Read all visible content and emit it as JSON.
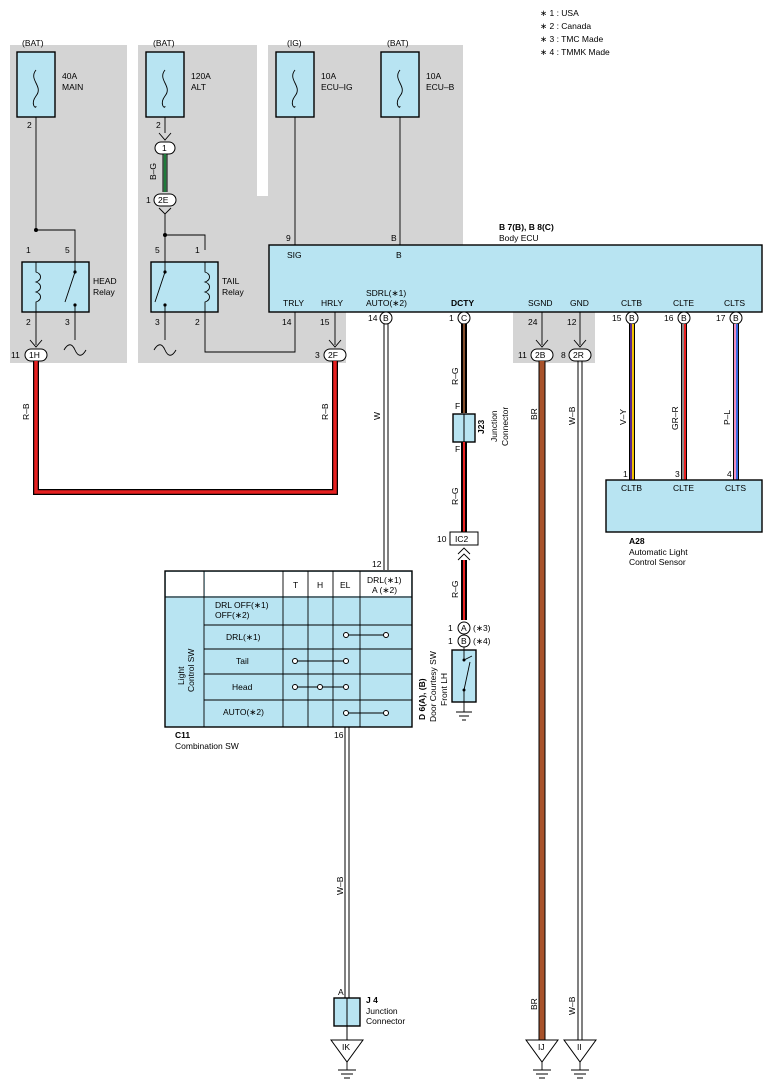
{
  "notes": [
    "∗ 1 : USA",
    "∗ 2 : Canada",
    "∗ 3 : TMC Made",
    "∗ 4 : TMMK Made"
  ],
  "fuses": {
    "main": {
      "source": "(BAT)",
      "rating": "40A",
      "name": "MAIN",
      "pin": "2"
    },
    "alt": {
      "source": "(BAT)",
      "rating": "120A",
      "name": "ALT",
      "pin": "2"
    },
    "ecu_ig": {
      "source": "(IG)",
      "rating": "10A",
      "name": "ECU–IG"
    },
    "ecu_b": {
      "source": "(BAT)",
      "rating": "10A",
      "name": "ECU–B"
    }
  },
  "connectors": {
    "alt_1": "1",
    "c2e": "2E",
    "c2e_pin": "1",
    "c1h": "1H",
    "c1h_pin": "11",
    "c2f": "2F",
    "c2f_pin": "3",
    "c2b": "2B",
    "c2b_pin": "11",
    "c2r": "2R",
    "c2r_pin": "8",
    "ic2": "IC2",
    "ic2_pin": "10",
    "d6_a": "A",
    "d6_a_pin": "1",
    "d6_a_note": "(∗3)",
    "d6_b": "B",
    "d6_b_pin": "1",
    "d6_b_note": "(∗4)"
  },
  "relays": {
    "head": {
      "name": "HEAD",
      "sub": "Relay",
      "pins": [
        "1",
        "5",
        "2",
        "3"
      ]
    },
    "tail": {
      "name": "TAIL",
      "sub": "Relay",
      "pins": [
        "5",
        "1",
        "3",
        "2"
      ]
    }
  },
  "body_ecu": {
    "id": "B 7(B), B 8(C)",
    "name": "Body ECU",
    "top_pins": [
      {
        "pin": "9",
        "label": "SIG"
      },
      {
        "pin": "B",
        "label": "B"
      }
    ],
    "bottom_pins": [
      {
        "pin": "14",
        "label": "TRLY"
      },
      {
        "pin": "15",
        "label": "HRLY"
      },
      {
        "pin": "14",
        "conn": "B",
        "label": "SDRL(∗1)",
        "label2": "AUTO(∗2)"
      },
      {
        "pin": "1",
        "conn": "C",
        "label": "DCTY"
      },
      {
        "pin": "24",
        "label": "SGND"
      },
      {
        "pin": "12",
        "label": "GND"
      },
      {
        "pin": "15",
        "conn": "B",
        "label": "CLTB"
      },
      {
        "pin": "16",
        "conn": "B",
        "label": "CLTE"
      },
      {
        "pin": "17",
        "conn": "B",
        "label": "CLTS"
      }
    ]
  },
  "wires": {
    "bg": "B–G",
    "rb": "R–B",
    "w": "W",
    "rg": "R–G",
    "br": "BR",
    "wb": "W–B",
    "vy": "V–Y",
    "grr": "GR–R",
    "pl": "P–L"
  },
  "wire_colors": {
    "red": "#e62020",
    "green": "#1e7a3a",
    "brown": "#a8522a",
    "violet": "#5a2a8a",
    "yellow": "#f2c200",
    "gray": "#8a8a8a",
    "pink": "#f090c0",
    "blue": "#3a6ae0"
  },
  "j23": {
    "id": "J23",
    "name": "Junction",
    "sub": "Connector",
    "pin_top": "F",
    "pin_bot": "F"
  },
  "j4": {
    "id": "J 4",
    "name": "Junction",
    "sub": "Connector",
    "pin": "A"
  },
  "a28": {
    "id": "A28",
    "name": "Automatic Light",
    "sub": "Control Sensor",
    "pins": [
      {
        "pin": "1",
        "label": "CLTB"
      },
      {
        "pin": "3",
        "label": "CLTE"
      },
      {
        "pin": "4",
        "label": "CLTS"
      }
    ]
  },
  "d6": {
    "id": "D 6(A), (B)",
    "name": "Door Courtesy SW",
    "sub": "Front LH"
  },
  "c11": {
    "id": "C11",
    "name": "Combination SW",
    "side_label": "Light",
    "side_label2": "Control SW",
    "pin_top": "12",
    "pin_bot": "16",
    "columns": [
      "T",
      "H",
      "EL",
      "DRL(∗1)",
      "A (∗2)"
    ],
    "rows": [
      "DRL OFF(∗1)",
      "OFF(∗2)",
      "DRL(∗1)",
      "Tail",
      "Head",
      "AUTO(∗2)"
    ]
  },
  "grounds": [
    "IK",
    "IJ",
    "II"
  ]
}
